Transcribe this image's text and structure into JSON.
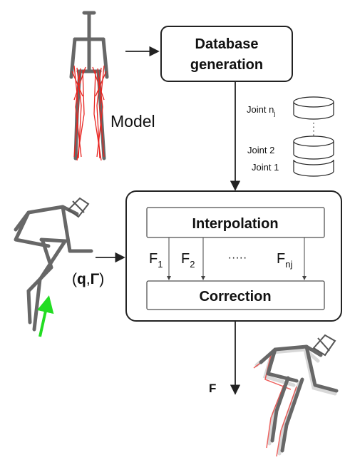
{
  "blocks": {
    "database": {
      "line1": "Database",
      "line2": "generation"
    },
    "interpolation": "Interpolation",
    "correction": "Correction"
  },
  "labels": {
    "model": "Model",
    "input_open": "(",
    "input_q": "q",
    "input_sep": ",",
    "input_gamma": "Γ",
    "input_close": ")",
    "output": "F"
  },
  "databases": [
    {
      "name": "Joint n",
      "sub": "j"
    },
    {
      "name": "Joint 2",
      "sub": ""
    },
    {
      "name": "Joint 1",
      "sub": ""
    }
  ],
  "forces": [
    {
      "name": "F",
      "sub": "1"
    },
    {
      "name": "F",
      "sub": "2"
    },
    {
      "name": "F",
      "sub": "nj"
    }
  ],
  "forces_gap": "·····",
  "colors": {
    "skeleton": "#676767",
    "muscle": "#e8231f",
    "force_arrow": "#22dd22",
    "outline": "#222222"
  }
}
